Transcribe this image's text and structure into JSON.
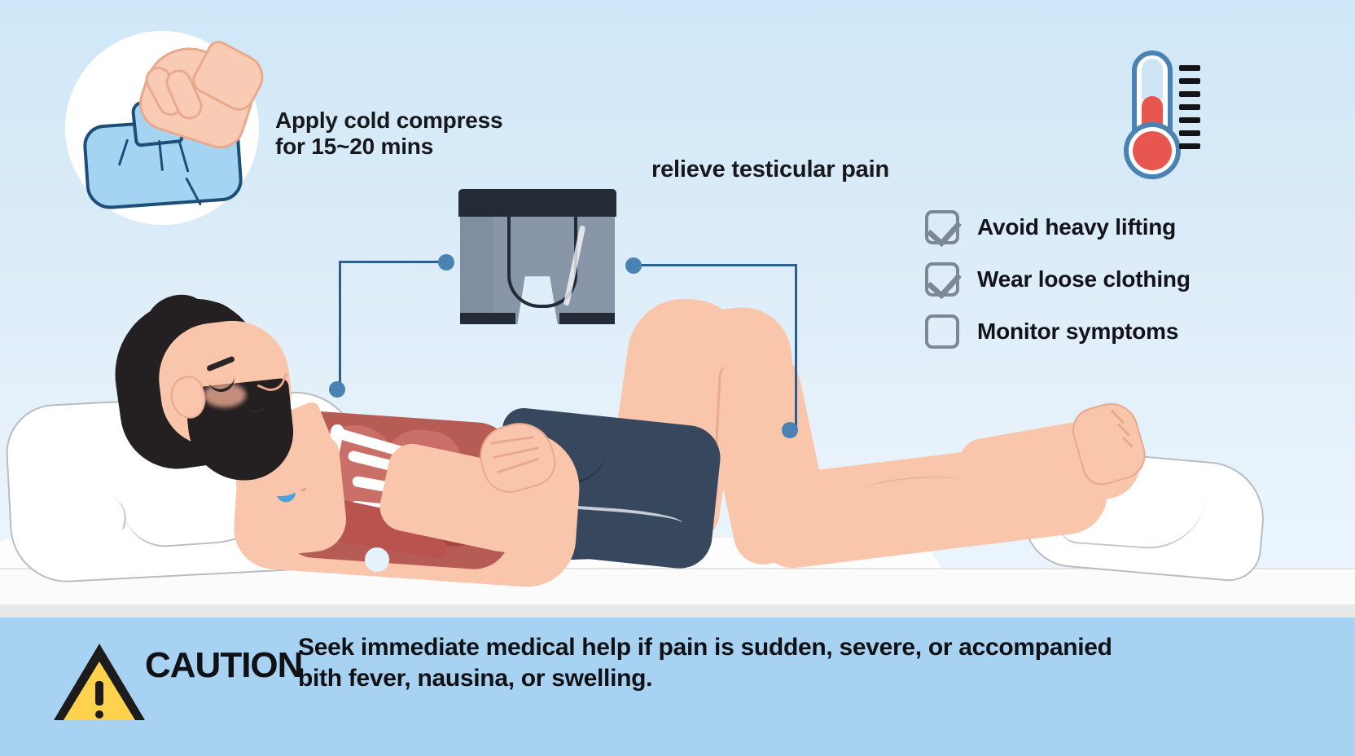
{
  "graphic": {
    "title": "relieve testicular pain",
    "cold_compress_note": "Apply cold compress\nfor 15~20 mins",
    "cold_compress_line1": "Apply cold compress",
    "cold_compress_line2": "for 15~20 mins",
    "icons": {
      "compress": "ice-pack-in-hand-icon",
      "thermometer": "thermometer-icon",
      "underwear": "boxer-briefs-icon",
      "patient": "man-lying-on-bed-anatomy-illustration",
      "warning": "warning-triangle-icon"
    }
  },
  "checklist": {
    "items": [
      {
        "label": "Avoid heavy lifting",
        "checked": true
      },
      {
        "label": "Wear loose clothing",
        "checked": true
      },
      {
        "label": "Monitor symptoms",
        "checked": false
      }
    ]
  },
  "caution": {
    "label": "CAUTION",
    "line1": "Seek immediate medical help if pain is sudden, severe, or accompanied",
    "line2": "bith fever, nausina, or swelling."
  },
  "colors": {
    "background_top": "#cfe7f8",
    "background_bottom": "#eef6fc",
    "banner": "#a8d2f2",
    "accent_blue": "#4a82b4",
    "connector": "#2a5f8f",
    "warning_yellow": "#ffd24d",
    "thermometer_red": "#e8574f",
    "checkbox_gray": "#7c8895",
    "skin": "#f9c6ac",
    "shorts_navy": "#37475e",
    "boxer_gray": "#8896a8",
    "hair": "#241f20",
    "text": "#101114"
  }
}
